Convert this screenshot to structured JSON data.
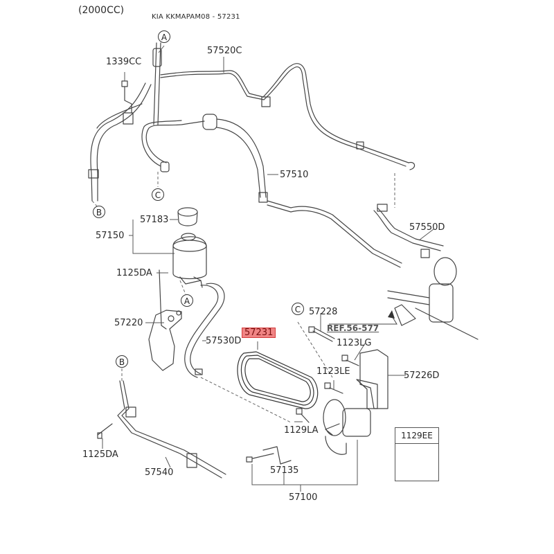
{
  "header": {
    "engine": "(2000CC)",
    "title": "KIA KKMAPAM08 - 57231"
  },
  "callouts": {
    "A": "A",
    "B": "B",
    "C": "C"
  },
  "labels": {
    "p1339CC": "1339CC",
    "p57520C": "57520C",
    "p57510": "57510",
    "p57183": "57183",
    "p57150": "57150",
    "p1125DA_top": "1125DA",
    "p57220": "57220",
    "p57530D": "57530D",
    "p57231": "57231",
    "p57228": "57228",
    "ref": "REF.56-577",
    "p1123LG": "1123LG",
    "p1123LE": "1123LE",
    "p57226D": "57226D",
    "p57550D": "57550D",
    "p1129LA": "1129LA",
    "p1125DA_bottom": "1125DA",
    "p57540": "57540",
    "p57135": "57135",
    "p57100": "57100",
    "p1129EE": "1129EE"
  },
  "highlight": {
    "part": "57231",
    "color": "#f08484"
  }
}
